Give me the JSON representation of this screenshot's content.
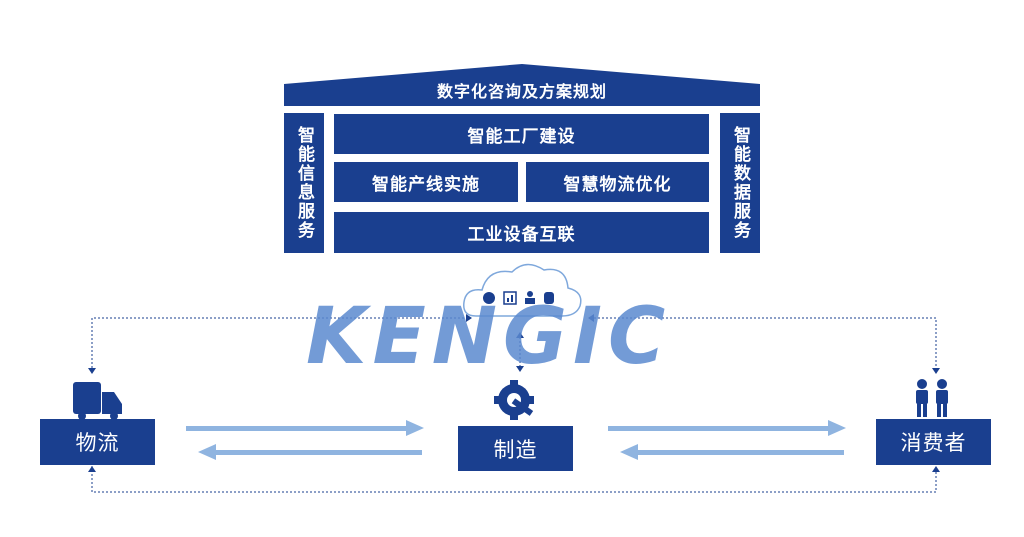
{
  "roof_label": "数字化咨询及方案规划",
  "left_pillar": "智能信息服务",
  "right_pillar": "智能数据服务",
  "blocks": {
    "factory": "智能工厂建设",
    "line": "智能产线实施",
    "logistics": "智慧物流优化",
    "iot": "工业设备互联"
  },
  "nodes": {
    "logistics": "物流",
    "manufacturing": "制造",
    "consumer": "消费者"
  },
  "watermark": "KENGIC",
  "colors": {
    "primary": "#1a3f8f",
    "arrow": "#7fa8dc",
    "watermark": "#5b8ad0",
    "accent": "#e8a040"
  }
}
